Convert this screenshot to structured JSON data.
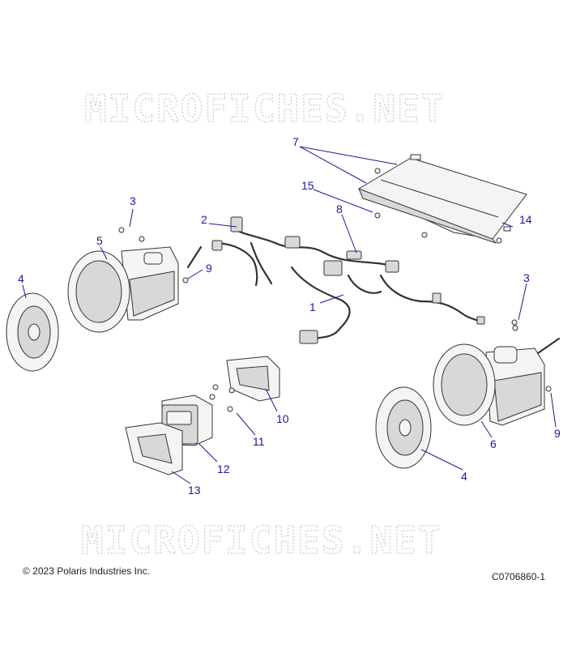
{
  "watermark": {
    "text": "MICROFICHES.NET"
  },
  "footer": {
    "copyright": "© 2023 Polaris Industries Inc.",
    "drawing_number": "C0706860-1"
  },
  "callouts": {
    "c1": "1",
    "c2": "2",
    "c3a": "3",
    "c3b": "3",
    "c4a": "4",
    "c4b": "4",
    "c5": "5",
    "c6": "6",
    "c7": "7",
    "c8": "8",
    "c9a": "9",
    "c9b": "9",
    "c10": "10",
    "c11": "11",
    "c12": "12",
    "c13": "13",
    "c14": "14",
    "c15": "15"
  },
  "colors": {
    "callout": "#1a1a9c",
    "watermark": "#c9c9c9",
    "line": "#333333"
  }
}
